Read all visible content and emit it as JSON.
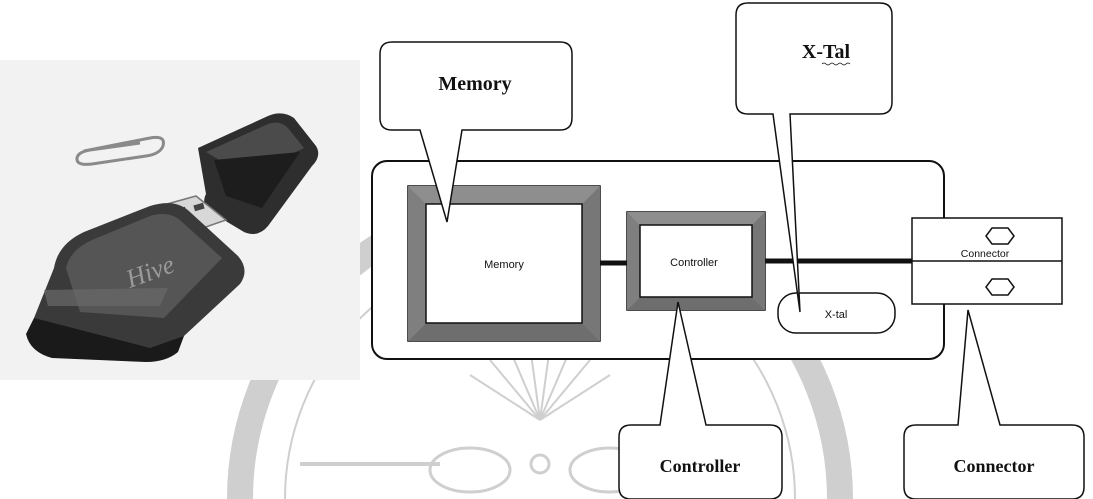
{
  "callouts": {
    "memory": "Memory",
    "xtal": "X-Tal",
    "controller": "Controller",
    "connector": "Connector"
  },
  "blocks": {
    "memory": "Memory",
    "controller": "Controller",
    "xtal": "X-tal",
    "connector": "Connector"
  },
  "photo": {
    "device_text": "Hive"
  },
  "colors": {
    "ink": "#111111",
    "bevel_dark": "#6e6e6e",
    "bevel_light": "#a9a9a9",
    "watermark": "#cfcfcf"
  }
}
